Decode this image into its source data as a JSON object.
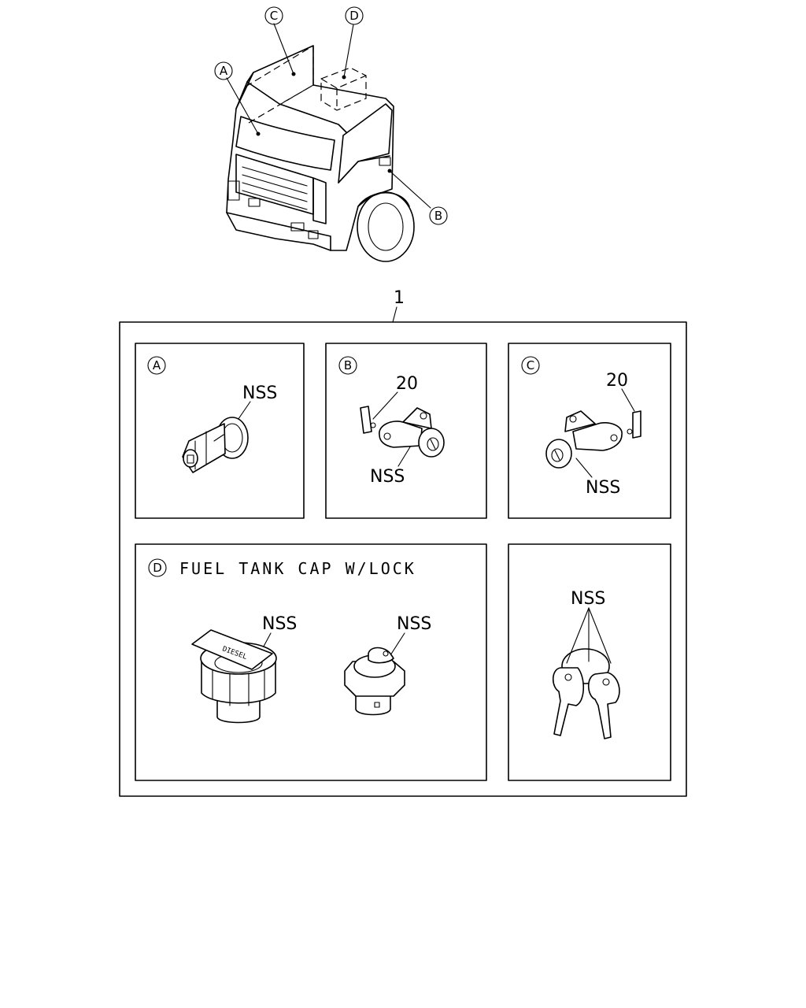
{
  "overview": {
    "callouts": [
      "A",
      "B",
      "C",
      "D"
    ]
  },
  "assembly": {
    "item_number": "1"
  },
  "panels": {
    "a": {
      "letter": "A",
      "part_label": "NSS"
    },
    "b": {
      "letter": "B",
      "part_number": "20",
      "part_label": "NSS"
    },
    "c": {
      "letter": "C",
      "part_number": "20",
      "part_label": "NSS"
    },
    "d": {
      "letter": "D",
      "title": "FUEL TANK CAP W/LOCK",
      "cap_label": "DIESEL",
      "part_label_1": "NSS",
      "part_label_2": "NSS"
    },
    "keys": {
      "part_label": "NSS"
    }
  }
}
